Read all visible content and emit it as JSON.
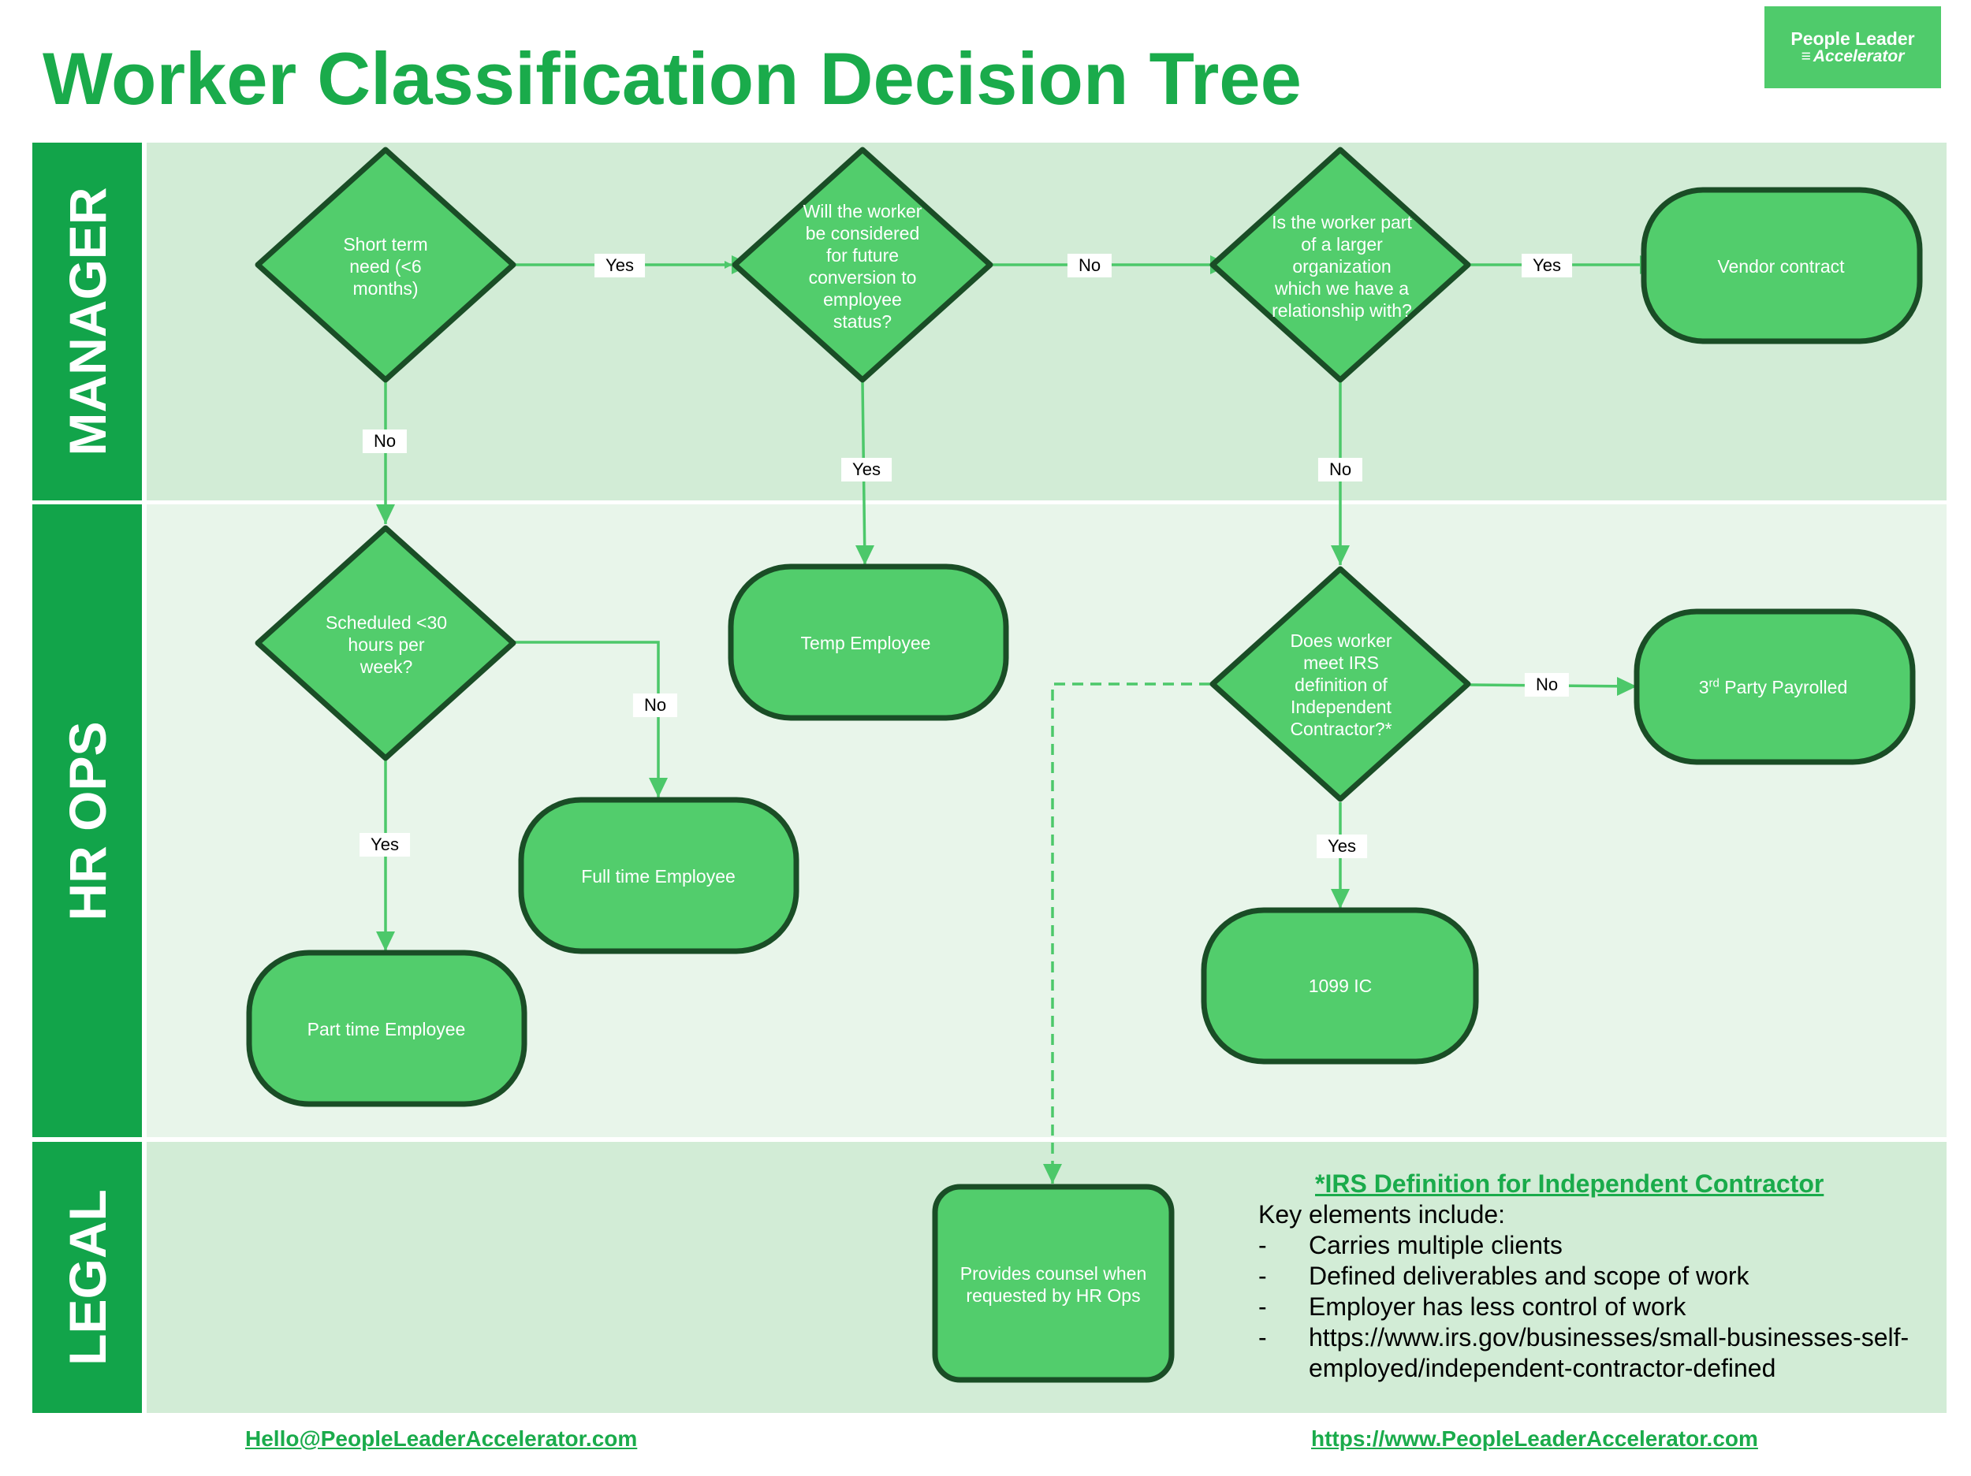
{
  "title": "Worker Classification Decision Tree",
  "logo": {
    "line1": "People Leader",
    "line2": "Accelerator"
  },
  "lanes": [
    "MANAGER",
    "HR OPS",
    "LEGAL"
  ],
  "colors": {
    "title": "#1aab4b",
    "lane_label": "#12a44a",
    "lane_bg_dark": "#d2ecd6",
    "lane_bg_light": "#e8f5ea",
    "node_fill": "#52cd6c",
    "node_stroke": "#1a4d26",
    "connector": "#4cc86a"
  },
  "nodes": {
    "short_term": "Short term need (<6 months)",
    "future_conversion": "Will the worker be considered for future conversion to employee status?",
    "larger_org": "Is the worker part of a larger organization which we have a relationship with?",
    "vendor_contract": "Vendor contract",
    "scheduled_hours": "Scheduled <30 hours per week?",
    "temp_employee": "Temp Employee",
    "irs_definition": "Does worker meet IRS definition of Independent Contractor?*",
    "third_party_prefix": "3",
    "third_party_sup": "rd",
    "third_party_rest": " Party Payrolled",
    "full_time": "Full time Employee",
    "ic_1099": "1099 IC",
    "part_time": "Part time Employee",
    "legal_counsel": "Provides counsel when requested by HR Ops"
  },
  "edge_labels": {
    "short_to_future": "Yes",
    "future_to_larger": "No",
    "larger_to_vendor": "Yes",
    "short_to_scheduled": "No",
    "future_to_temp": "Yes",
    "larger_to_irs": "No",
    "scheduled_to_fulltime": "No",
    "irs_to_thirdparty": "No",
    "scheduled_to_parttime": "Yes",
    "irs_to_1099": "Yes"
  },
  "note": {
    "title": "*IRS Definition for Independent Contractor",
    "intro": "Key elements include:",
    "bullet": "-",
    "items": [
      "Carries multiple clients",
      "Defined deliverables and scope of work",
      "Employer has less control of work",
      "https://www.irs.gov/businesses/small-businesses-self-employed/independent-contractor-defined"
    ]
  },
  "footer": {
    "email": "Hello@PeopleLeaderAccelerator.com",
    "website": "https://www.PeopleLeaderAccelerator.com"
  }
}
